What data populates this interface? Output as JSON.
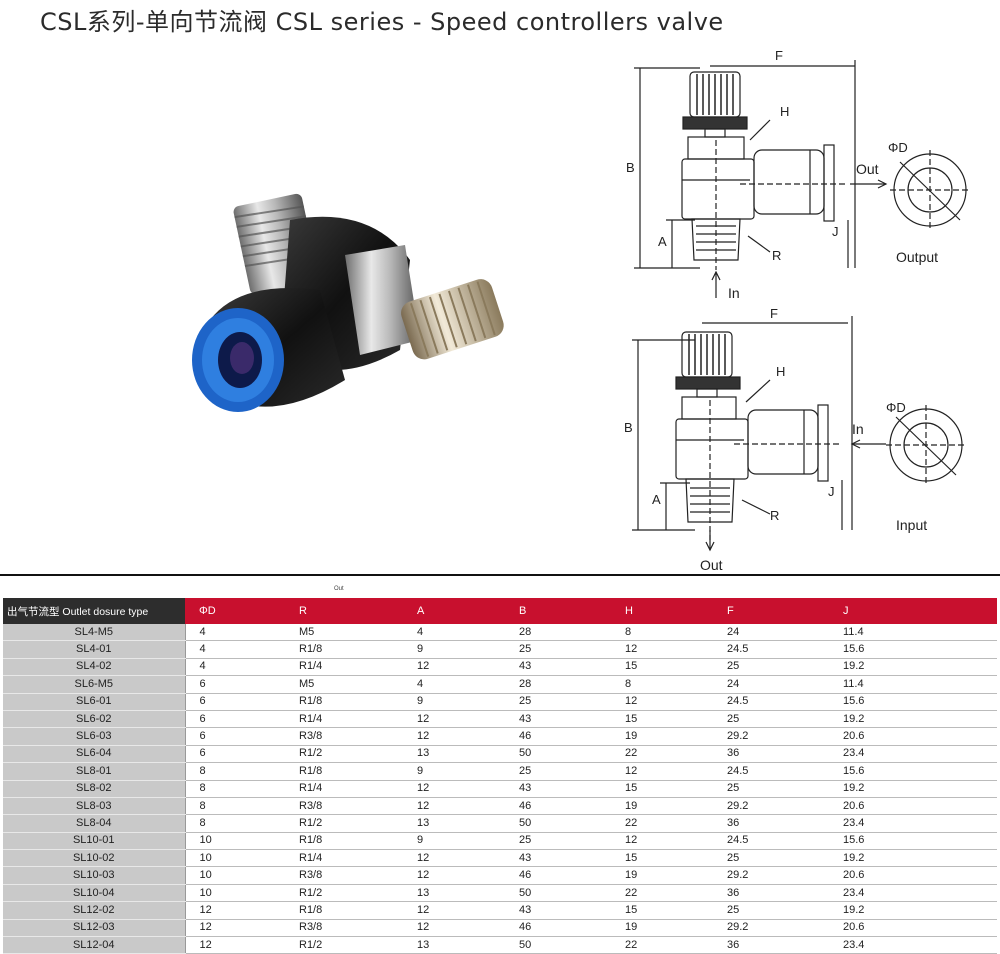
{
  "title": "CSL系列-单向节流阀  CSL series - Speed controllers valve",
  "diagram": {
    "top": {
      "F": "F",
      "H": "H",
      "B": "B",
      "A": "A",
      "J": "J",
      "R": "R",
      "out": "Out",
      "in": "In",
      "phiD": "ΦD",
      "caption": "Output"
    },
    "bottom": {
      "F": "F",
      "H": "H",
      "B": "B",
      "A": "A",
      "J": "J",
      "R": "R",
      "in": "In",
      "out": "Out",
      "phiD": "ΦD",
      "caption": "Input"
    }
  },
  "table_note": "Out",
  "table": {
    "headers": [
      "出气节流型  Outlet dosure type",
      "ΦD",
      "R",
      "A",
      "B",
      "H",
      "F",
      "J"
    ],
    "rows": [
      [
        "SL4-M5",
        "4",
        "M5",
        "4",
        "28",
        "8",
        "24",
        "11.4"
      ],
      [
        "SL4-01",
        "4",
        "R1/8",
        "9",
        "25",
        "12",
        "24.5",
        "15.6"
      ],
      [
        "SL4-02",
        "4",
        "R1/4",
        "12",
        "43",
        "15",
        "25",
        "19.2"
      ],
      [
        "SL6-M5",
        "6",
        "M5",
        "4",
        "28",
        "8",
        "24",
        "11.4"
      ],
      [
        "SL6-01",
        "6",
        "R1/8",
        "9",
        "25",
        "12",
        "24.5",
        "15.6"
      ],
      [
        "SL6-02",
        "6",
        "R1/4",
        "12",
        "43",
        "15",
        "25",
        "19.2"
      ],
      [
        "SL6-03",
        "6",
        "R3/8",
        "12",
        "46",
        "19",
        "29.2",
        "20.6"
      ],
      [
        "SL6-04",
        "6",
        "R1/2",
        "13",
        "50",
        "22",
        "36",
        "23.4"
      ],
      [
        "SL8-01",
        "8",
        "R1/8",
        "9",
        "25",
        "12",
        "24.5",
        "15.6"
      ],
      [
        "SL8-02",
        "8",
        "R1/4",
        "12",
        "43",
        "15",
        "25",
        "19.2"
      ],
      [
        "SL8-03",
        "8",
        "R3/8",
        "12",
        "46",
        "19",
        "29.2",
        "20.6"
      ],
      [
        "SL8-04",
        "8",
        "R1/2",
        "13",
        "50",
        "22",
        "36",
        "23.4"
      ],
      [
        "SL10-01",
        "10",
        "R1/8",
        "9",
        "25",
        "12",
        "24.5",
        "15.6"
      ],
      [
        "SL10-02",
        "10",
        "R1/4",
        "12",
        "43",
        "15",
        "25",
        "19.2"
      ],
      [
        "SL10-03",
        "10",
        "R3/8",
        "12",
        "46",
        "19",
        "29.2",
        "20.6"
      ],
      [
        "SL10-04",
        "10",
        "R1/2",
        "13",
        "50",
        "22",
        "36",
        "23.4"
      ],
      [
        "SL12-02",
        "12",
        "R1/8",
        "12",
        "43",
        "15",
        "25",
        "19.2"
      ],
      [
        "SL12-03",
        "12",
        "R3/8",
        "12",
        "46",
        "19",
        "29.2",
        "20.6"
      ],
      [
        "SL12-04",
        "12",
        "R1/2",
        "13",
        "50",
        "22",
        "36",
        "23.4"
      ]
    ]
  }
}
